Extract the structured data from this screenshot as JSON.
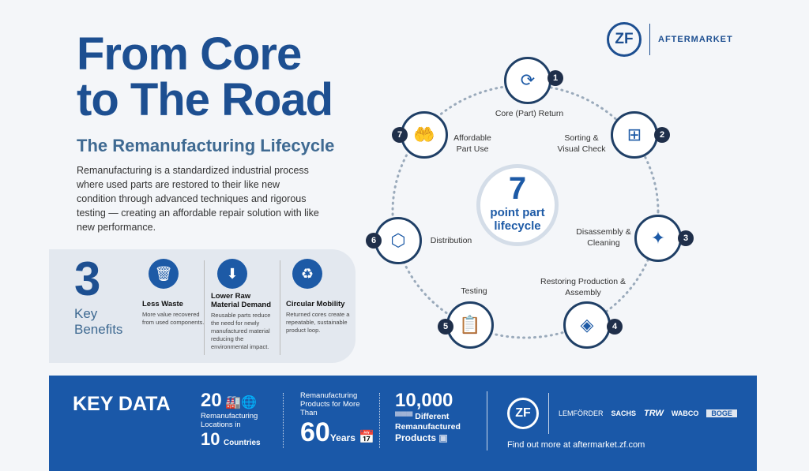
{
  "header": {
    "title_line1": "From Core",
    "title_line2": "to The Road",
    "subtitle": "The Remanufacturing Lifecycle",
    "intro": "Remanufacturing is a standardized industrial process where used parts are restored to their like new condition through advanced techniques and rigorous testing — creating an affordable repair solution with like new performance.",
    "logo": "ZF",
    "logo_suffix": "AFTERMARKET"
  },
  "benefits": {
    "number": "3",
    "label_line1": "Key",
    "label_line2": "Benefits",
    "items": [
      {
        "title": "Less Waste",
        "text": "More value recovered from used components."
      },
      {
        "title": "Lower Raw Material Demand",
        "text": "Reusable parts reduce the need for newly manufactured material reducing the environmental impact."
      },
      {
        "title": "Circular Mobility",
        "text": "Returned cores create a repeatable, sustainable product loop."
      }
    ]
  },
  "lifecycle": {
    "center_number": "7",
    "center_line1": "point part",
    "center_line2": "lifecycle",
    "steps": [
      {
        "n": "1",
        "label": "Core (Part) Return"
      },
      {
        "n": "2",
        "label": "Sorting & Visual Check"
      },
      {
        "n": "3",
        "label": "Disassembly & Cleaning"
      },
      {
        "n": "4",
        "label": "Restoring Production & Assembly"
      },
      {
        "n": "5",
        "label": "Testing"
      },
      {
        "n": "6",
        "label": "Distribution"
      },
      {
        "n": "7",
        "label": "Affordable Part Use"
      }
    ]
  },
  "key_data": {
    "title": "KEY DATA",
    "locations": "20",
    "locations_text": "Remanufacturing Locations in",
    "countries": "10",
    "countries_text": "Countries",
    "years_text": "Remanufacturing Products for More Than",
    "years": "60",
    "years_unit": "Years",
    "products": "10,000",
    "products_text1": "Different",
    "products_text2": "Remanufactured",
    "products_text3": "Products"
  },
  "brands": {
    "zf": "ZF",
    "list": [
      "LEMFÖRDER",
      "SACHS",
      "TRW",
      "WABCO",
      "BOGE"
    ],
    "link": "Find out more at aftermarket.zf.com"
  },
  "colors": {
    "primary": "#1d4f91",
    "footer": "#1a58a8"
  }
}
